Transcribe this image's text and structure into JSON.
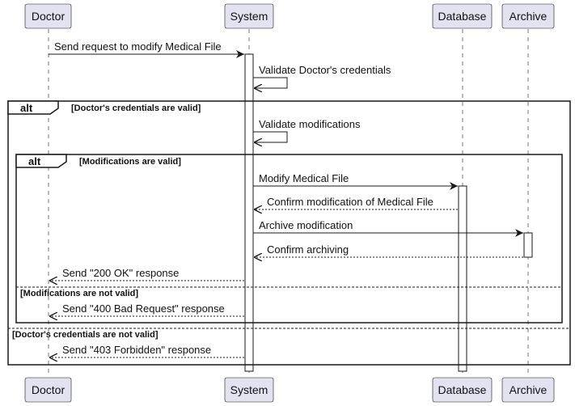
{
  "participants": {
    "doctor": "Doctor",
    "system": "System",
    "database": "Database",
    "archive": "Archive"
  },
  "messages": [
    {
      "text": "Send request to modify Medical File",
      "from": "doctor",
      "to": "system",
      "style": "solid"
    },
    {
      "text": "Validate Doctor's credentials",
      "from": "system",
      "to": "system",
      "style": "self"
    },
    {
      "text": "Validate modifications",
      "from": "system",
      "to": "system",
      "style": "self"
    },
    {
      "text": "Modify Medical File",
      "from": "system",
      "to": "database",
      "style": "solid"
    },
    {
      "text": "Confirm modification of Medical File",
      "from": "database",
      "to": "system",
      "style": "dashed"
    },
    {
      "text": "Archive modification",
      "from": "system",
      "to": "archive",
      "style": "solid"
    },
    {
      "text": "Confirm archiving",
      "from": "archive",
      "to": "system",
      "style": "dashed"
    },
    {
      "text": "Send \"200 OK\" response",
      "from": "system",
      "to": "doctor",
      "style": "dashed"
    },
    {
      "text": "Send \"400 Bad Request\" response",
      "from": "system",
      "to": "doctor",
      "style": "dashed"
    },
    {
      "text": "Send \"403 Forbidden\" response",
      "from": "system",
      "to": "doctor",
      "style": "dashed"
    }
  ],
  "fragments": {
    "outer": {
      "label": "alt",
      "guard": "[Doctor's credentials are valid]",
      "else_guard": "[Doctor's credentials are not valid]"
    },
    "inner": {
      "label": "alt",
      "guard": "[Modifications are valid]",
      "else_guard": "[Modifications are not valid]"
    }
  },
  "colors": {
    "participant_fill": "#E2E2F0",
    "participant_stroke": "#181818",
    "activation_fill": "#FFFFFF",
    "line": "#181818"
  }
}
